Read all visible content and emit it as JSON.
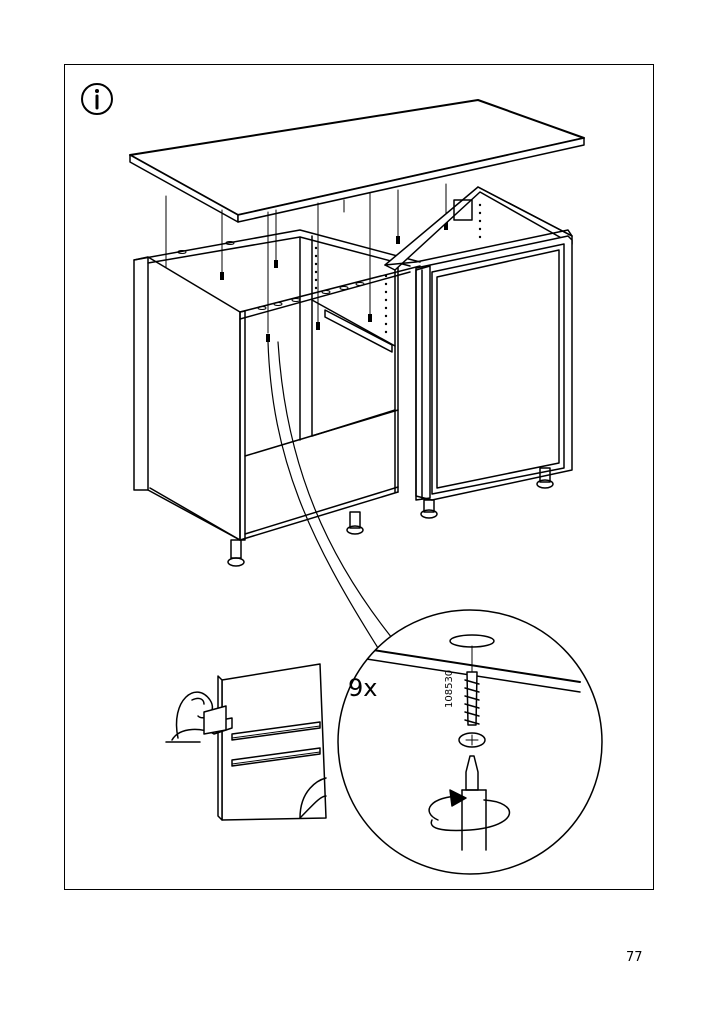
{
  "step": {
    "info_icon": "info-icon",
    "quantity_label": "9x",
    "part_number": "108530",
    "booklet_icon": "instruction-booklet-icon"
  },
  "page": {
    "number": "77"
  }
}
